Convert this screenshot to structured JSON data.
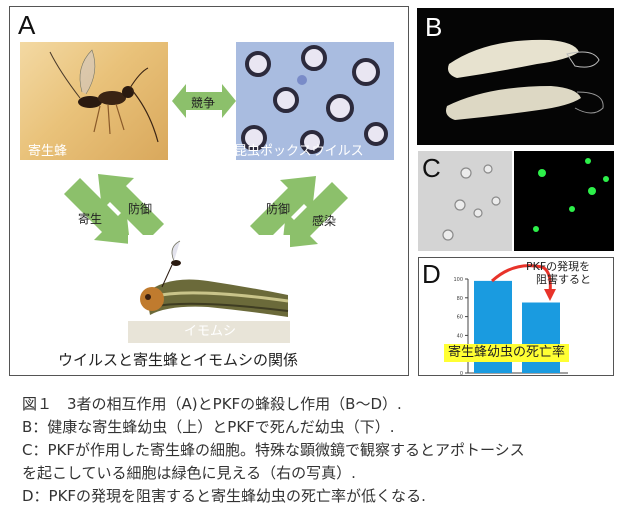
{
  "figure": {
    "panel_a": {
      "letter": "A",
      "wasp_label": "寄生蜂",
      "virus_label": "昆虫ポックスウイルス",
      "caterpillar_label": "イモムシ",
      "competition_label": "競争",
      "parasitism_label": "寄生",
      "defense_left_label": "防御",
      "defense_right_label": "防御",
      "infection_label": "感染",
      "bottom_title": "ウイルスと寄生蜂とイモムシの関係"
    },
    "panel_b": {
      "letter": "B"
    },
    "panel_c": {
      "letter": "C"
    },
    "panel_d": {
      "letter": "D",
      "annotation_line1": "PKFの発現を",
      "annotation_line2": "阻害すると",
      "highlight_label": "寄生蜂幼虫の死亡率"
    }
  },
  "chart_data": {
    "type": "bar",
    "categories": [
      "",
      ""
    ],
    "values": [
      98,
      75
    ],
    "ylim": [
      0,
      100
    ],
    "yticks": [
      0,
      20,
      40,
      60,
      80,
      100
    ],
    "bar_color": "#1a9be0",
    "highlight_color": "#ffff33"
  },
  "caption": {
    "line1": "図１　3者の相互作用（A)とPKFの蜂殺し作用（B～D）.",
    "line2": "B：健康な寄生蜂幼虫（上）とPKFで死んだ幼虫（下）.",
    "line3": "C：PKFが作用した寄生蜂の細胞。特殊な顕微鏡で観察するとアポトーシス",
    "line4": "を起こしている細胞は緑色に見える（右の写真）.",
    "line5": "D：PKFの発現を阻害すると寄生蜂幼虫の死亡率が低くなる."
  }
}
